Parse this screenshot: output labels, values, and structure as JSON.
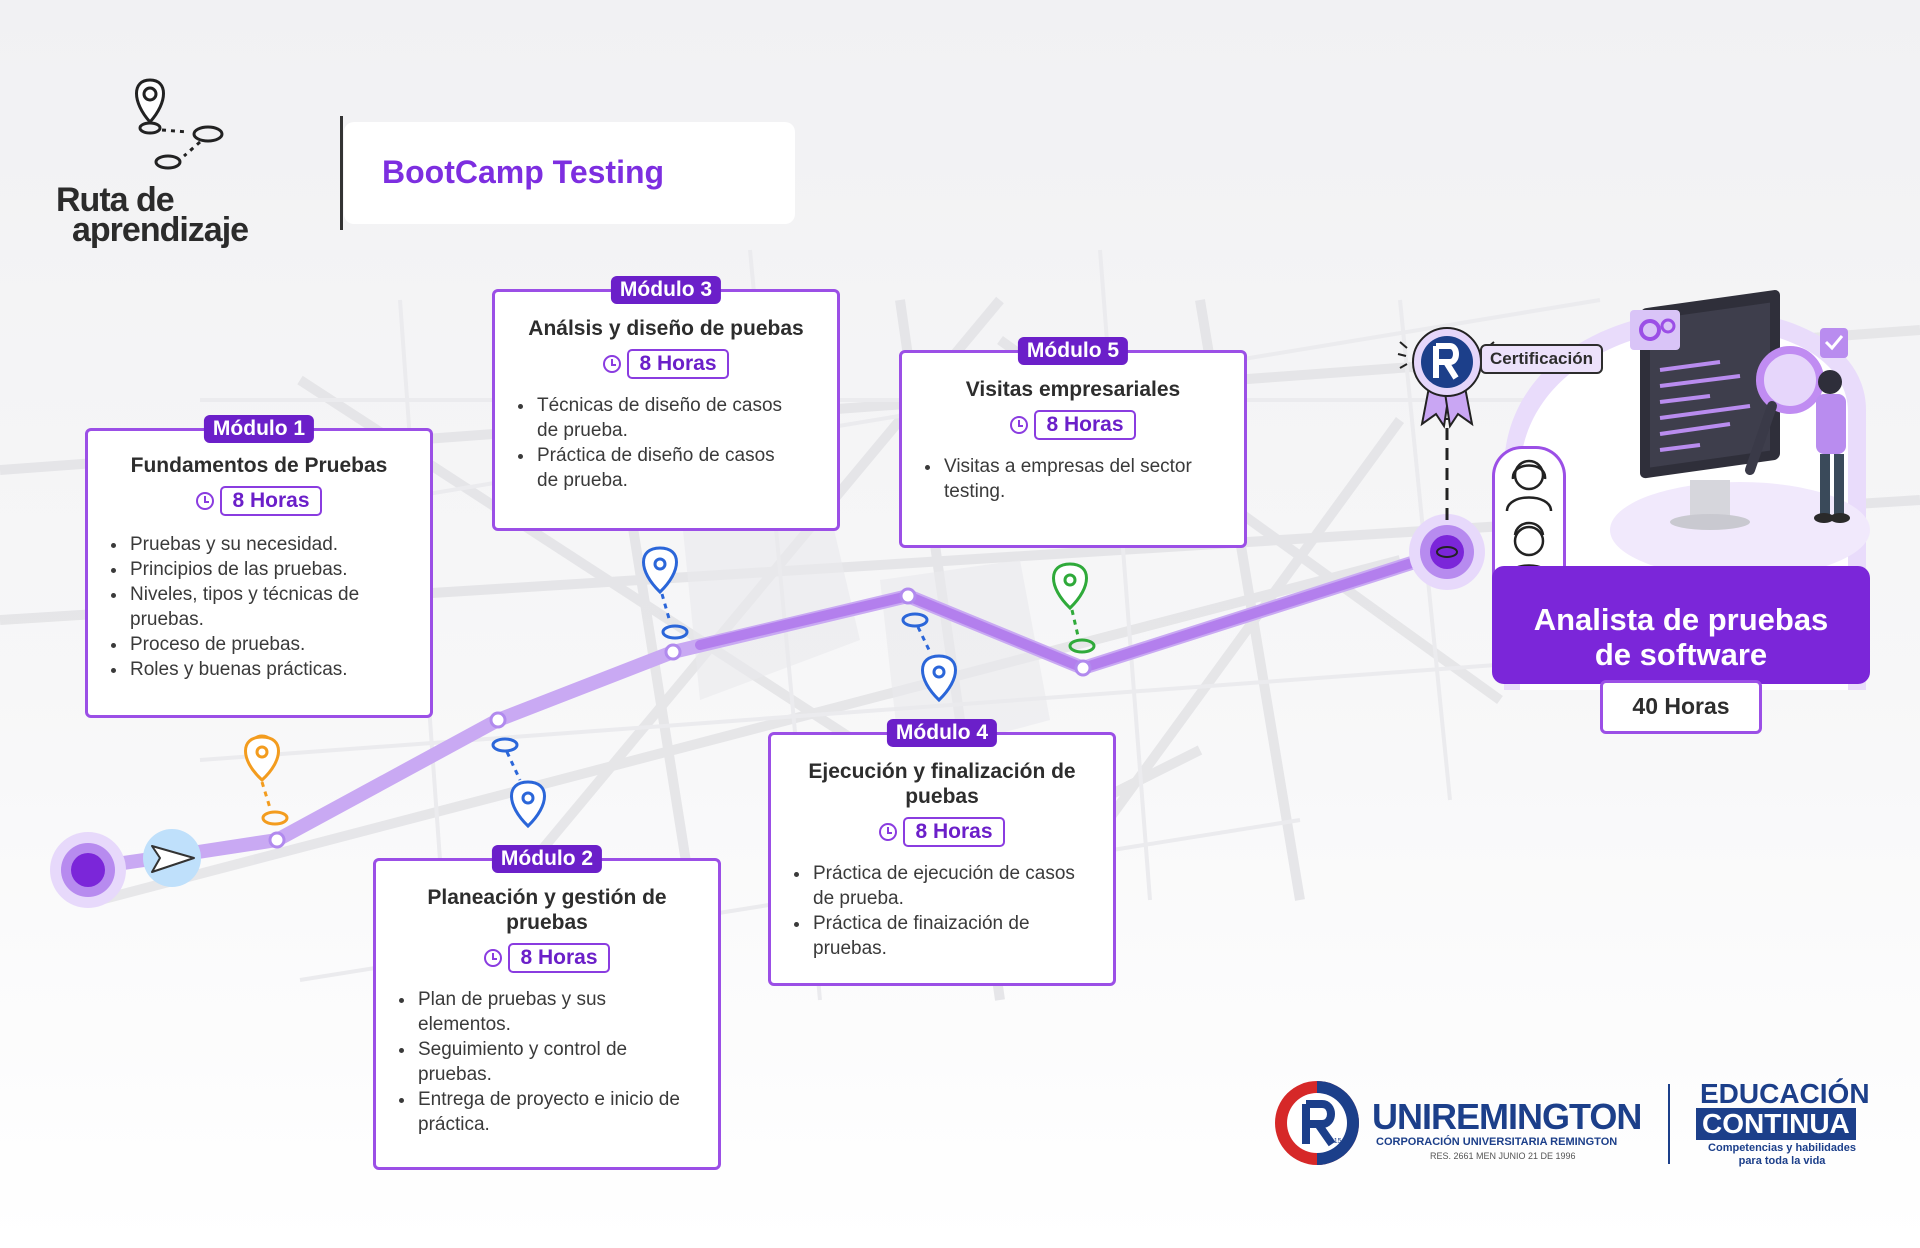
{
  "header": {
    "brand_line1": "Ruta de",
    "brand_line2": "aprendizaje",
    "title": "BootCamp Testing"
  },
  "modules": [
    {
      "label": "Módulo 1",
      "title": "Fundamentos de Pruebas",
      "hours": "8 Horas",
      "items": [
        "Pruebas y su necesidad.",
        "Principios de las pruebas.",
        "Niveles, tipos y técnicas de pruebas.",
        "Proceso de pruebas.",
        "Roles y buenas prácticas."
      ]
    },
    {
      "label": "Módulo 2",
      "title": "Planeación y gestión de pruebas",
      "hours": "8 Horas",
      "items": [
        "Plan de pruebas y sus elementos.",
        "Seguimiento y control de pruebas.",
        "Entrega de proyecto e inicio de práctica."
      ]
    },
    {
      "label": "Módulo 3",
      "title": "Análsis y diseño de puebas",
      "hours": "8 Horas",
      "items": [
        "Técnicas de diseño de casos de prueba.",
        "Práctica de diseño de casos de prueba."
      ]
    },
    {
      "label": "Módulo 4",
      "title": "Ejecución y finalización de puebas",
      "hours": "8 Horas",
      "items": [
        "Práctica de ejecución de casos de prueba.",
        "Práctica de finaización de pruebas."
      ]
    },
    {
      "label": "Módulo 5",
      "title": "Visitas empresariales",
      "hours": "8 Horas",
      "items": [
        "Visitas a empresas del sector testing."
      ]
    }
  ],
  "final": {
    "certification": "Certificación",
    "title": "Analista de pruebas de software",
    "hours": "40 Horas"
  },
  "footer": {
    "uni_name": "UNIREMINGTON",
    "uni_sub": "CORPORACIÓN UNIVERSITARIA REMINGTON",
    "uni_res": "RES. 2661 MEN JUNIO 21 DE 1996",
    "uni_year": "1915",
    "edu_top": "EDUCACIÓN",
    "edu_box": "CONTINUA",
    "edu_sub": "Competencias y habilidades para toda la vida"
  },
  "colors": {
    "primary": "#7b26d9",
    "accent_light": "#b98cef",
    "pin_orange": "#f39c1e",
    "pin_blue": "#2b66d9",
    "pin_green": "#2faa3a",
    "uni_blue": "#1c3f8a",
    "uni_red": "#d62828"
  },
  "icons": [
    "map-route-icon",
    "clock-icon",
    "map-pin-icon",
    "paper-plane-icon",
    "certification-ribbon-icon",
    "person-icon",
    "gear-icon",
    "check-icon"
  ]
}
